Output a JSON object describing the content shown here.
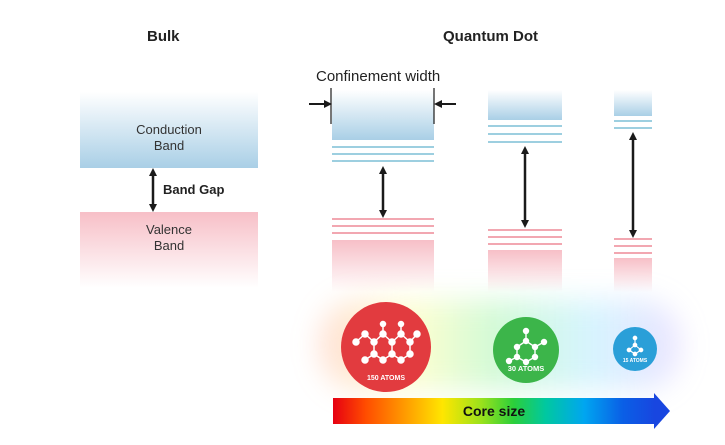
{
  "headings": {
    "bulk": "Bulk",
    "quantum_dot": "Quantum Dot"
  },
  "bulk": {
    "conduction_label_line1": "Conduction",
    "conduction_label_line2": "Band",
    "valence_label_line1": "Valence",
    "valence_label_line2": "Band",
    "gap_label": "Band Gap"
  },
  "confinement_label": "Confinement width",
  "atoms": {
    "large": "150 ATOMS",
    "medium": "30 ATOMS",
    "small": "15 ATOMS"
  },
  "core_size_label": "Core size",
  "colors": {
    "conduction": "#a9cfe6",
    "valence": "#f7bfc7",
    "atom_large": "#e23b3f",
    "atom_medium": "#3cb54a",
    "atom_small": "#2a9fd8",
    "arrow": "#1a1a1a"
  },
  "icons": [
    "double-arrow-icon",
    "molecule-icon",
    "spectrum-arrow-icon"
  ]
}
